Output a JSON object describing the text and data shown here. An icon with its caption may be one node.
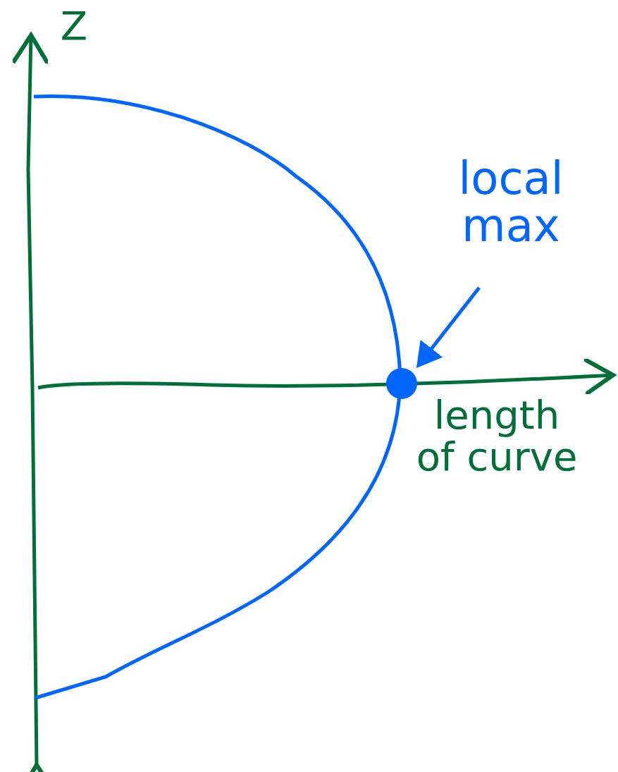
{
  "diagram": {
    "nodes": [
      {
        "text": [
          "local max"
        ]
      },
      {
        "text": [],
        "shape": "circle"
      }
    ],
    "edges": [
      {
        "from": 0,
        "to": 1,
        "arrow": "to"
      }
    ],
    "labels": [
      "Z",
      "length of curve"
    ]
  }
}
